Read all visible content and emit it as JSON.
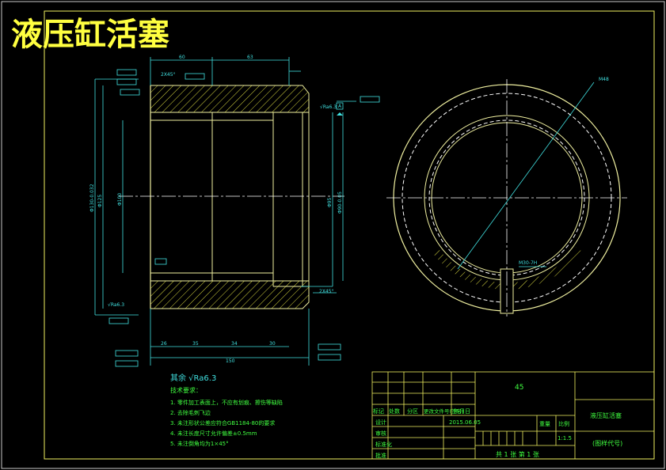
{
  "title": "液压缸活塞",
  "colors": {
    "background": "#000000",
    "frame": "#f0f060",
    "outline": "#f0f0a0",
    "dimension": "#40e0e0",
    "center_line": "#ffffff",
    "hatch": "#e0e040",
    "notes": "#40ff40",
    "title_block_text": "#40ff40",
    "section": "#ffffff"
  },
  "dimensions": {
    "top_left": "60",
    "top_right": "63",
    "bottom": [
      "26",
      "35",
      "34",
      "30"
    ],
    "total_length": "150",
    "chamfer_top": "2X45°",
    "chamfer_bottom": "2X45°",
    "left_diameters": [
      "Φ130-0.032",
      "Φ125",
      "Φ100"
    ],
    "right_diameters": [
      "Φ95",
      "Φ90-0.05"
    ],
    "circle_label": "M48",
    "thread_label": "M30-7H",
    "datum": "A",
    "roughness_left": "√Ra6.3",
    "roughness_right": "√Ra6.3"
  },
  "roughness_note": "其余 √Ra6.3",
  "notes": {
    "heading": "技术要求：",
    "items": [
      "1. 零件加工表面上，不应有划痕、擦伤等缺陷",
      "2. 去除毛刺飞边",
      "3. 未注形状公差应符合GB1184-80的要求",
      "4. 未注长度尺寸允许偏差±0.5mm",
      "5. 未注倒角均为1×45°"
    ]
  },
  "title_block": {
    "material": "45",
    "part_name": "液压缸活塞",
    "drawing_number": "(图样代号)",
    "header_labels": [
      "标记",
      "处数",
      "分区",
      "更改文件号(签名)",
      "年月日"
    ],
    "row_labels": [
      "设计",
      "审核",
      "标准化",
      "批准"
    ],
    "date": "2015.06.05",
    "weight_label": "重量",
    "scale_label": "比例",
    "scale_value": "1:1.5",
    "sheets": "共 1 张    第 1 张"
  }
}
